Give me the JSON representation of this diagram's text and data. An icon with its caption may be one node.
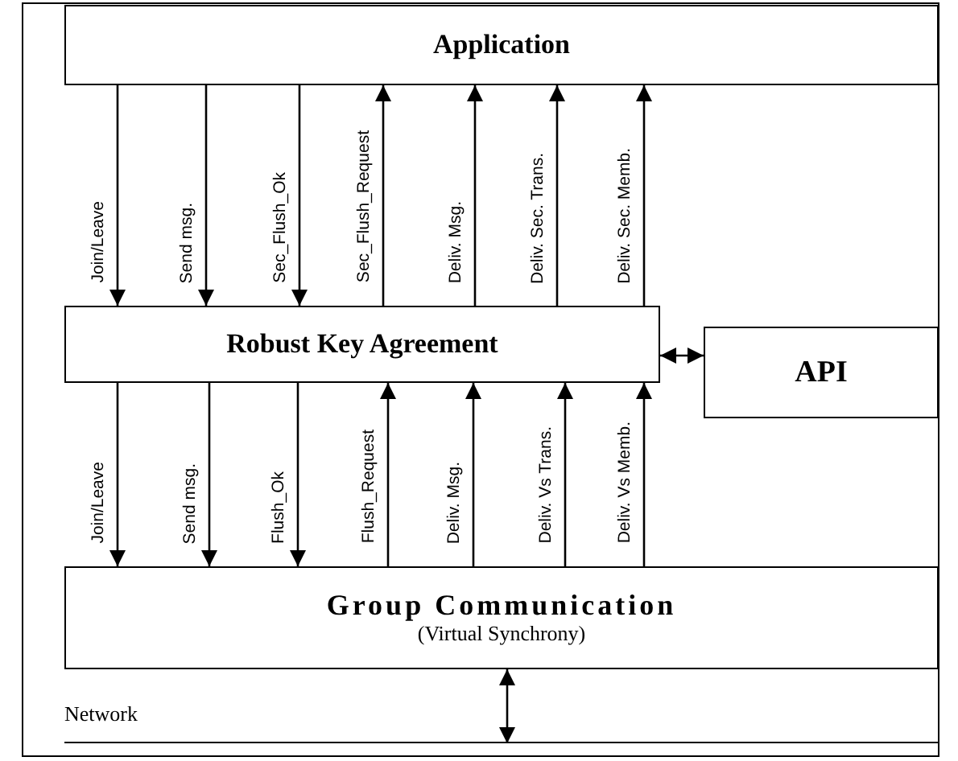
{
  "diagram": {
    "nodes": [
      {
        "text": [
          "Application"
        ]
      },
      {
        "text": [
          "Robust Key Agreement"
        ]
      },
      {
        "text": [
          "API"
        ]
      },
      {
        "text": [
          "Group Communication",
          "(Virtual Synchrony)"
        ]
      },
      {
        "text": [
          "Network"
        ]
      }
    ],
    "edges": [
      {
        "from": 0,
        "to": 1,
        "arrow": "to",
        "label": "Join/Leave"
      },
      {
        "from": 0,
        "to": 1,
        "arrow": "to",
        "label": "Send msg."
      },
      {
        "from": 0,
        "to": 1,
        "arrow": "to",
        "label": "Sec_Flush_Ok"
      },
      {
        "from": 1,
        "to": 0,
        "arrow": "to",
        "label": "Sec_Flush_Request"
      },
      {
        "from": 1,
        "to": 0,
        "arrow": "to",
        "label": "Deliv. Msg."
      },
      {
        "from": 1,
        "to": 0,
        "arrow": "to",
        "label": "Deliv. Sec. Trans."
      },
      {
        "from": 1,
        "to": 0,
        "arrow": "to",
        "label": "Deliv. Sec. Memb."
      },
      {
        "from": 1,
        "to": 3,
        "arrow": "to",
        "label": "Join/Leave"
      },
      {
        "from": 1,
        "to": 3,
        "arrow": "to",
        "label": "Send msg."
      },
      {
        "from": 1,
        "to": 3,
        "arrow": "to",
        "label": "Flush_Ok"
      },
      {
        "from": 3,
        "to": 1,
        "arrow": "to",
        "label": "Flush_Request"
      },
      {
        "from": 3,
        "to": 1,
        "arrow": "to",
        "label": "Deliv. Msg."
      },
      {
        "from": 3,
        "to": 1,
        "arrow": "to",
        "label": "Deliv. Vs Trans."
      },
      {
        "from": 3,
        "to": 1,
        "arrow": "to",
        "label": "Deliv. Vs Memb."
      },
      {
        "from": 1,
        "to": 2,
        "arrow": "both"
      },
      {
        "from": 3,
        "to": 4,
        "arrow": "both"
      }
    ]
  }
}
